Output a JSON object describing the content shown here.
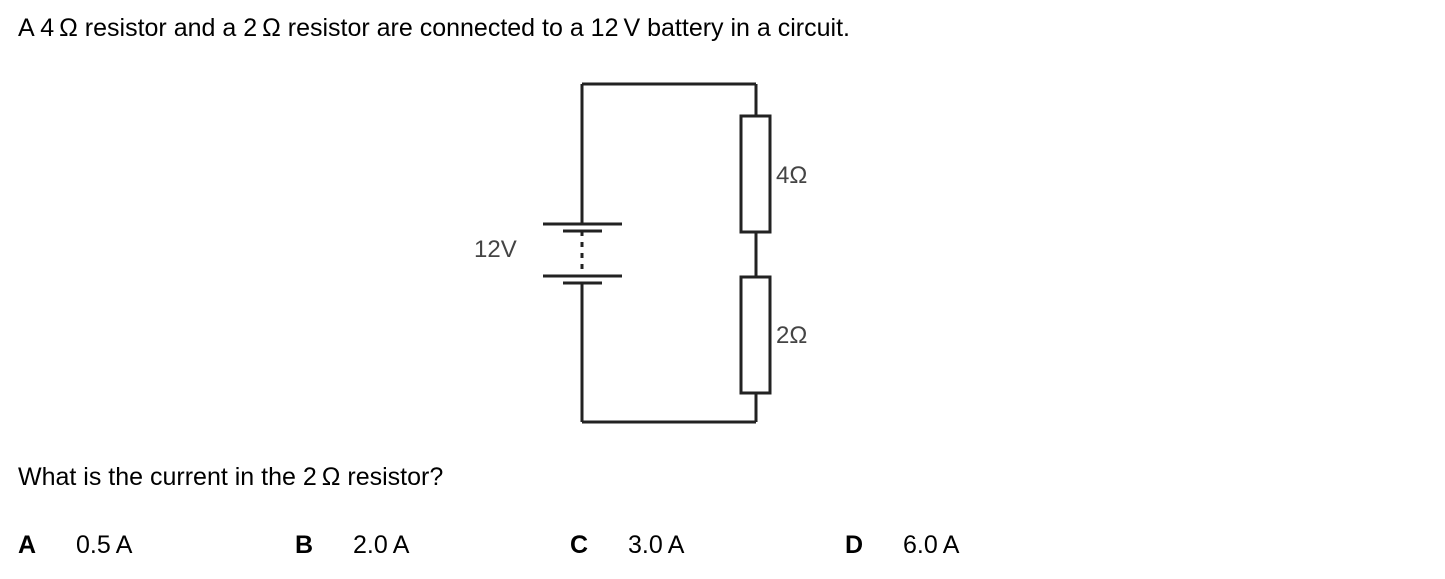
{
  "stem": "A 4 Ω resistor and a 2 Ω resistor are connected to a 12 V battery in a circuit.",
  "diagram": {
    "battery_label": "12V",
    "resistor_top_label": "4Ω",
    "resistor_bottom_label": "2Ω"
  },
  "question": "What is the current in the 2 Ω resistor?",
  "options": [
    {
      "letter": "A",
      "value": "0.5 A"
    },
    {
      "letter": "B",
      "value": "2.0 A"
    },
    {
      "letter": "C",
      "value": "3.0 A"
    },
    {
      "letter": "D",
      "value": "6.0 A"
    }
  ]
}
